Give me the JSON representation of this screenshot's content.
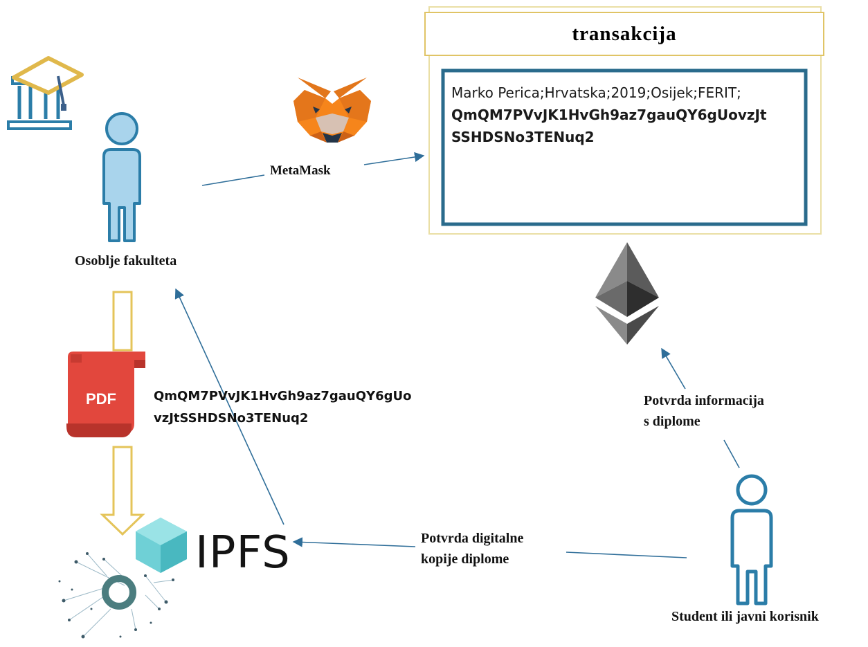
{
  "transaction": {
    "title": "transakcija",
    "line1": "Marko Perica;Hrvatska;2019;Osijek;FERIT;",
    "hash_line1": "QmQM7PVvJK1HvGh9az7gauQY6gUovzJt",
    "hash_line2": "SSHDSNo3TENuq2"
  },
  "labels": {
    "staff": "Osoblje fakulteta",
    "metamask": "MetaMask",
    "hash_part1": "QmQM7PVvJK1HvGh9az7gauQY6gUo",
    "hash_part2": "vzJtSSHDSNo3TENuq2",
    "verify_info_line1": "Potvrda informacija",
    "verify_info_line2": "s diplome",
    "verify_copy_line1": "Potvrda digitalne",
    "verify_copy_line2": "kopije diplome",
    "student": "Student ili javni korisnik",
    "ipfs": "IPFS",
    "pdf": "PDF"
  },
  "colors": {
    "arrow": "#2f6e99",
    "person_fill": "#a9d4ec",
    "person_stroke": "#2b7da8",
    "box_border": "#2a6b8c",
    "gold": "#e4c45a",
    "pdf_red": "#e2473d",
    "ipfs_cube": "#6fd0d6",
    "ipfs_ring": "#4b7d7f"
  }
}
